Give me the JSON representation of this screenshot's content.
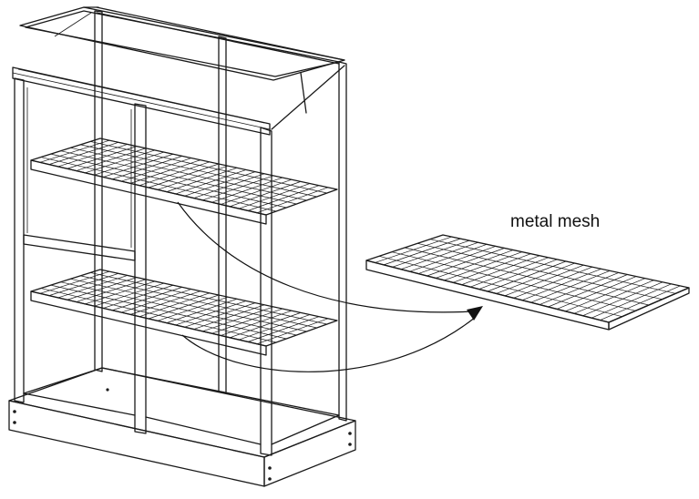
{
  "diagram": {
    "callout_label": "metal mesh",
    "parts": [
      "greenhouse-frame",
      "roof-vent",
      "upper-shelf",
      "lower-shelf",
      "base-frame",
      "detached-mesh-panel"
    ]
  },
  "colors": {
    "line": "#1a1a1a",
    "background": "#ffffff"
  }
}
